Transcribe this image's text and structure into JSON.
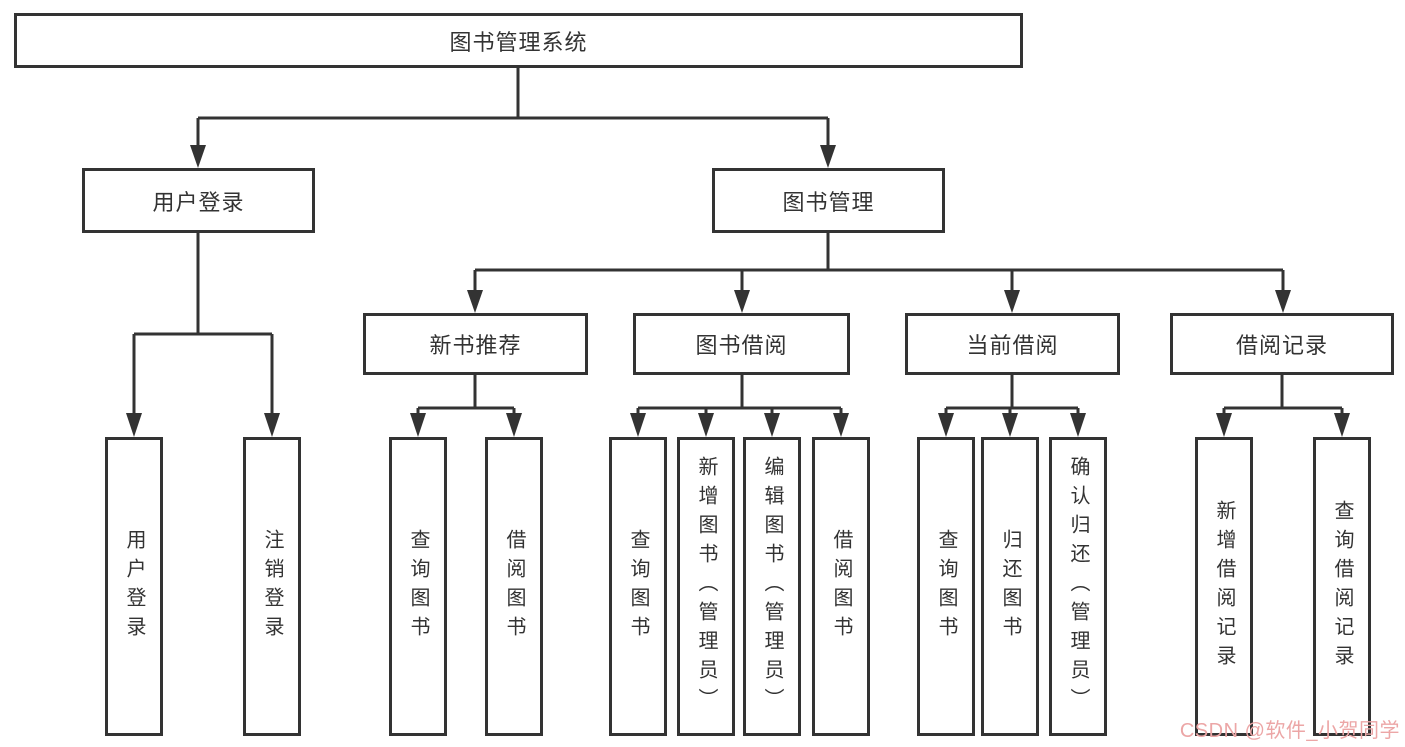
{
  "diagram": {
    "type": "hierarchy-tree",
    "tree": {
      "label": "图书管理系统",
      "children": [
        {
          "label": "用户登录",
          "children": [
            {
              "label": "用户登录"
            },
            {
              "label": "注销登录"
            }
          ]
        },
        {
          "label": "图书管理",
          "children": [
            {
              "label": "新书推荐",
              "children": [
                {
                  "label": "查询图书"
                },
                {
                  "label": "借阅图书"
                }
              ]
            },
            {
              "label": "图书借阅",
              "children": [
                {
                  "label": "查询图书"
                },
                {
                  "label": "新增图书（管理员）"
                },
                {
                  "label": "编辑图书（管理员）"
                },
                {
                  "label": "借阅图书"
                }
              ]
            },
            {
              "label": "当前借阅",
              "children": [
                {
                  "label": "查询图书"
                },
                {
                  "label": "归还图书"
                },
                {
                  "label": "确认归还（管理员）"
                }
              ]
            },
            {
              "label": "借阅记录",
              "children": [
                {
                  "label": "新增借阅记录"
                },
                {
                  "label": "查询借阅记录"
                }
              ]
            }
          ]
        }
      ]
    },
    "colors": {
      "line": "#333333",
      "box_border": "#333333",
      "box_fill": "#ffffff",
      "text": "#333333",
      "background": "#ffffff"
    }
  },
  "watermark": {
    "text": "CSDN @软件_小贺同学",
    "color": "#eca6a6"
  }
}
